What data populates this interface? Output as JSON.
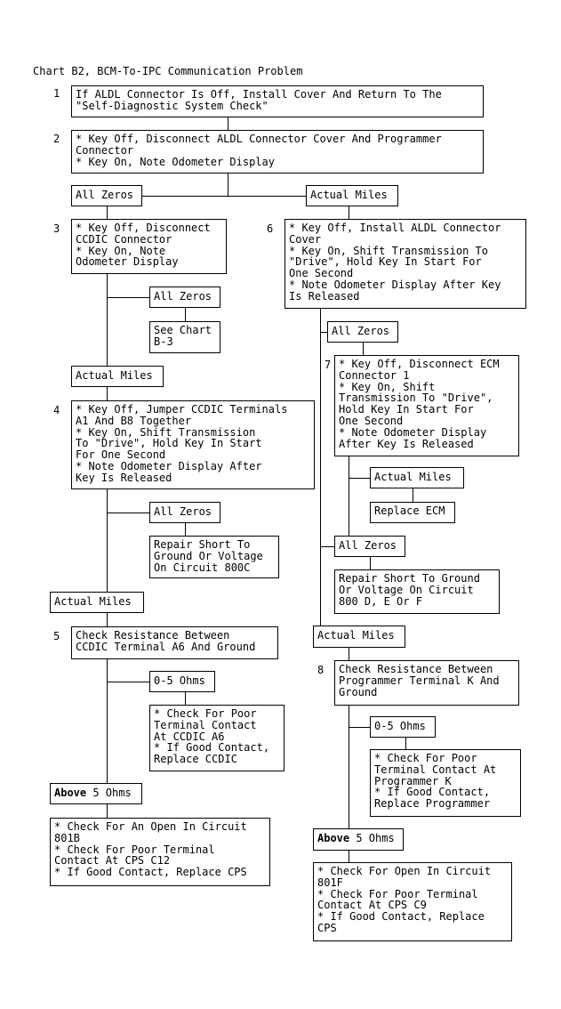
{
  "title": "Chart B2, BCM-To-IPC Communication Problem",
  "steps": {
    "s1": {
      "num": "1",
      "lines": [
        "If ALDL Connector Is Off, Install Cover And Return To The",
        "\"Self-Diagnostic System Check\""
      ]
    },
    "s2": {
      "num": "2",
      "lines": [
        "* Key Off, Disconnect ALDL Connector Cover And Programmer",
        "  Connector",
        "* Key On, Note Odometer Display"
      ]
    },
    "s3": {
      "num": "3",
      "lines": [
        "* Key Off, Disconnect",
        "  CCDIC Connector",
        "* Key On, Note",
        "  Odometer Display"
      ]
    },
    "s4": {
      "num": "4",
      "lines": [
        "* Key Off, Jumper CCDIC Terminals",
        "  A1 And B8 Together",
        "* Key On, Shift Transmission",
        "  To \"Drive\", Hold Key In Start",
        "  For One Second",
        "* Note Odometer Display After",
        "  Key Is Released"
      ]
    },
    "s5": {
      "num": "5",
      "lines": [
        "Check Resistance Between",
        "CCDIC Terminal A6 And Ground"
      ]
    },
    "s6": {
      "num": "6",
      "lines": [
        "* Key Off, Install ALDL Connector",
        "  Cover",
        "* Key On, Shift Transmission To",
        "  \"Drive\", Hold Key In Start For",
        "  One Second",
        "* Note Odometer Display After Key",
        "  Is Released"
      ]
    },
    "s7": {
      "num": "7",
      "lines": [
        "* Key Off, Disconnect ECM",
        "  Connector 1",
        "* Key On, Shift",
        "  Transmission To \"Drive\",",
        "  Hold Key In Start For",
        "  One Second",
        "* Note Odometer Display",
        "  After Key Is Released"
      ]
    },
    "s8": {
      "num": "8",
      "lines": [
        "Check Resistance Between",
        "Programmer Terminal K And",
        "Ground"
      ]
    }
  },
  "labels": {
    "all_zeros": "All Zeros",
    "actual_miles": "Actual Miles",
    "ohms_low": "0-5 Ohms",
    "above": "Above",
    "ohms_high": " 5 Ohms"
  },
  "results": {
    "see_b3": [
      "See Chart",
      "B-3"
    ],
    "repair_800c": [
      "Repair Short To",
      "Ground Or Voltage",
      "On Circuit 800C"
    ],
    "ccdic_contact": [
      "* Check For Poor",
      "  Terminal Contact",
      "  At CCDIC A6",
      "* If Good Contact,",
      "  Replace CCDIC"
    ],
    "open_801b": [
      "* Check For An Open In Circuit",
      "  801B",
      "* Check For Poor Terminal",
      "  Contact At CPS C12",
      "* If Good Contact, Replace CPS"
    ],
    "replace_ecm": [
      "Replace ECM"
    ],
    "repair_800def": [
      "Repair Short To Ground",
      "Or Voltage On Circuit",
      "800 D, E Or F"
    ],
    "prog_contact": [
      "* Check For Poor",
      "  Terminal Contact At",
      "  Programmer K",
      "* If Good Contact,",
      "  Replace Programmer"
    ],
    "open_801f": [
      "* Check For Open In Circuit",
      "  801F",
      "* Check For Poor Terminal",
      "  Contact At CPS C9",
      "* If Good Contact, Replace",
      "  CPS"
    ]
  }
}
